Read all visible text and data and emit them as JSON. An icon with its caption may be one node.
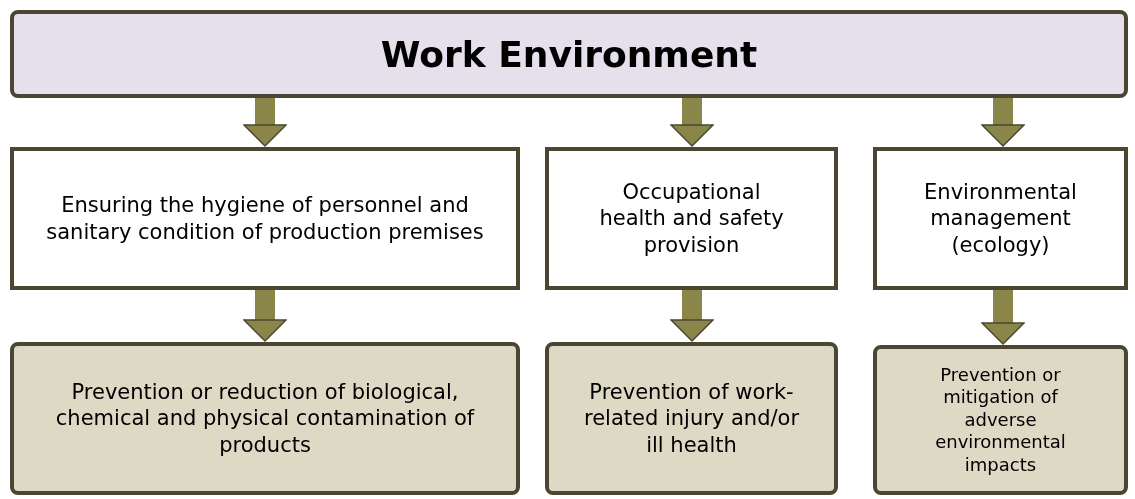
{
  "diagram": {
    "nodes": [
      {
        "text": [
          "Work Environment"
        ]
      },
      {
        "text": [
          "Ensuring the hygiene of personnel and sanitary condition of production premises"
        ]
      },
      {
        "text": [
          "Occupational health and safety provision"
        ]
      },
      {
        "text": [
          "Environmental management (ecology)"
        ]
      },
      {
        "text": [
          "Prevention or reduction of biological, chemical and physical contamination of products"
        ]
      },
      {
        "text": [
          "Prevention of work-related injury and/or ill health"
        ]
      },
      {
        "text": [
          "Prevention or mitigation of adverse environmental impacts"
        ]
      }
    ],
    "edges": [
      {
        "from": 0,
        "to": 1,
        "arrow": "to"
      },
      {
        "from": 0,
        "to": 2,
        "arrow": "to"
      },
      {
        "from": 0,
        "to": 3,
        "arrow": "to"
      },
      {
        "from": 1,
        "to": 4,
        "arrow": "to"
      },
      {
        "from": 2,
        "to": 5,
        "arrow": "to"
      },
      {
        "from": 3,
        "to": 6,
        "arrow": "to"
      }
    ]
  }
}
